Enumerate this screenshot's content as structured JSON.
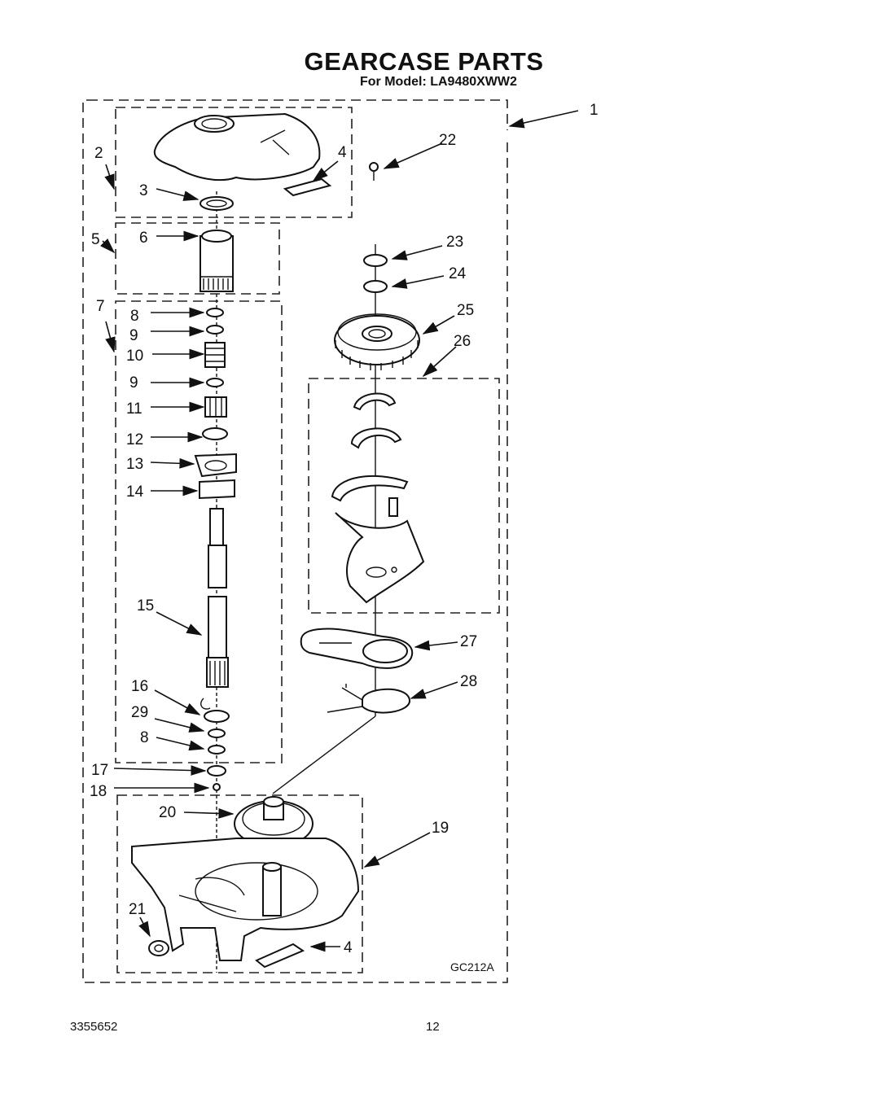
{
  "title": "GEARCASE PARTS",
  "subtitle": "For Model: LA9480XWW2",
  "diagram_code": "GC212A",
  "footer": {
    "doc_number": "3355652",
    "page_number": "12"
  },
  "callouts": {
    "c1": "1",
    "c2": "2",
    "c3": "3",
    "c4a": "4",
    "c4b": "4",
    "c5": "5",
    "c6": "6",
    "c7": "7",
    "c8a": "8",
    "c8b": "8",
    "c9a": "9",
    "c9b": "9",
    "c10": "10",
    "c11": "11",
    "c12": "12",
    "c13": "13",
    "c14": "14",
    "c15": "15",
    "c16": "16",
    "c17": "17",
    "c18": "18",
    "c19": "19",
    "c20": "20",
    "c21": "21",
    "c22": "22",
    "c23": "23",
    "c24": "24",
    "c25": "25",
    "c26": "26",
    "c27": "27",
    "c28": "28",
    "c29": "29"
  }
}
